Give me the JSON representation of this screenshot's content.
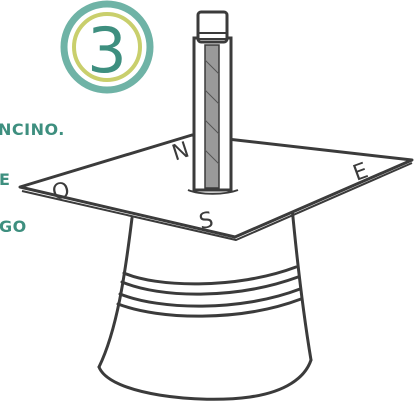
{
  "step_badge": {
    "number": "3",
    "ring_color": "#6fb3a6",
    "inner_ring_color": "#c9cf6c",
    "number_color": "#3e8f7f"
  },
  "text_fragments": [
    "NCINO.",
    "E",
    "GO"
  ],
  "compass": {
    "north": "N",
    "south": "S",
    "east": "E",
    "west": "O"
  },
  "colors": {
    "text_accent": "#3e8f7f",
    "line": "#3b3b3b"
  }
}
